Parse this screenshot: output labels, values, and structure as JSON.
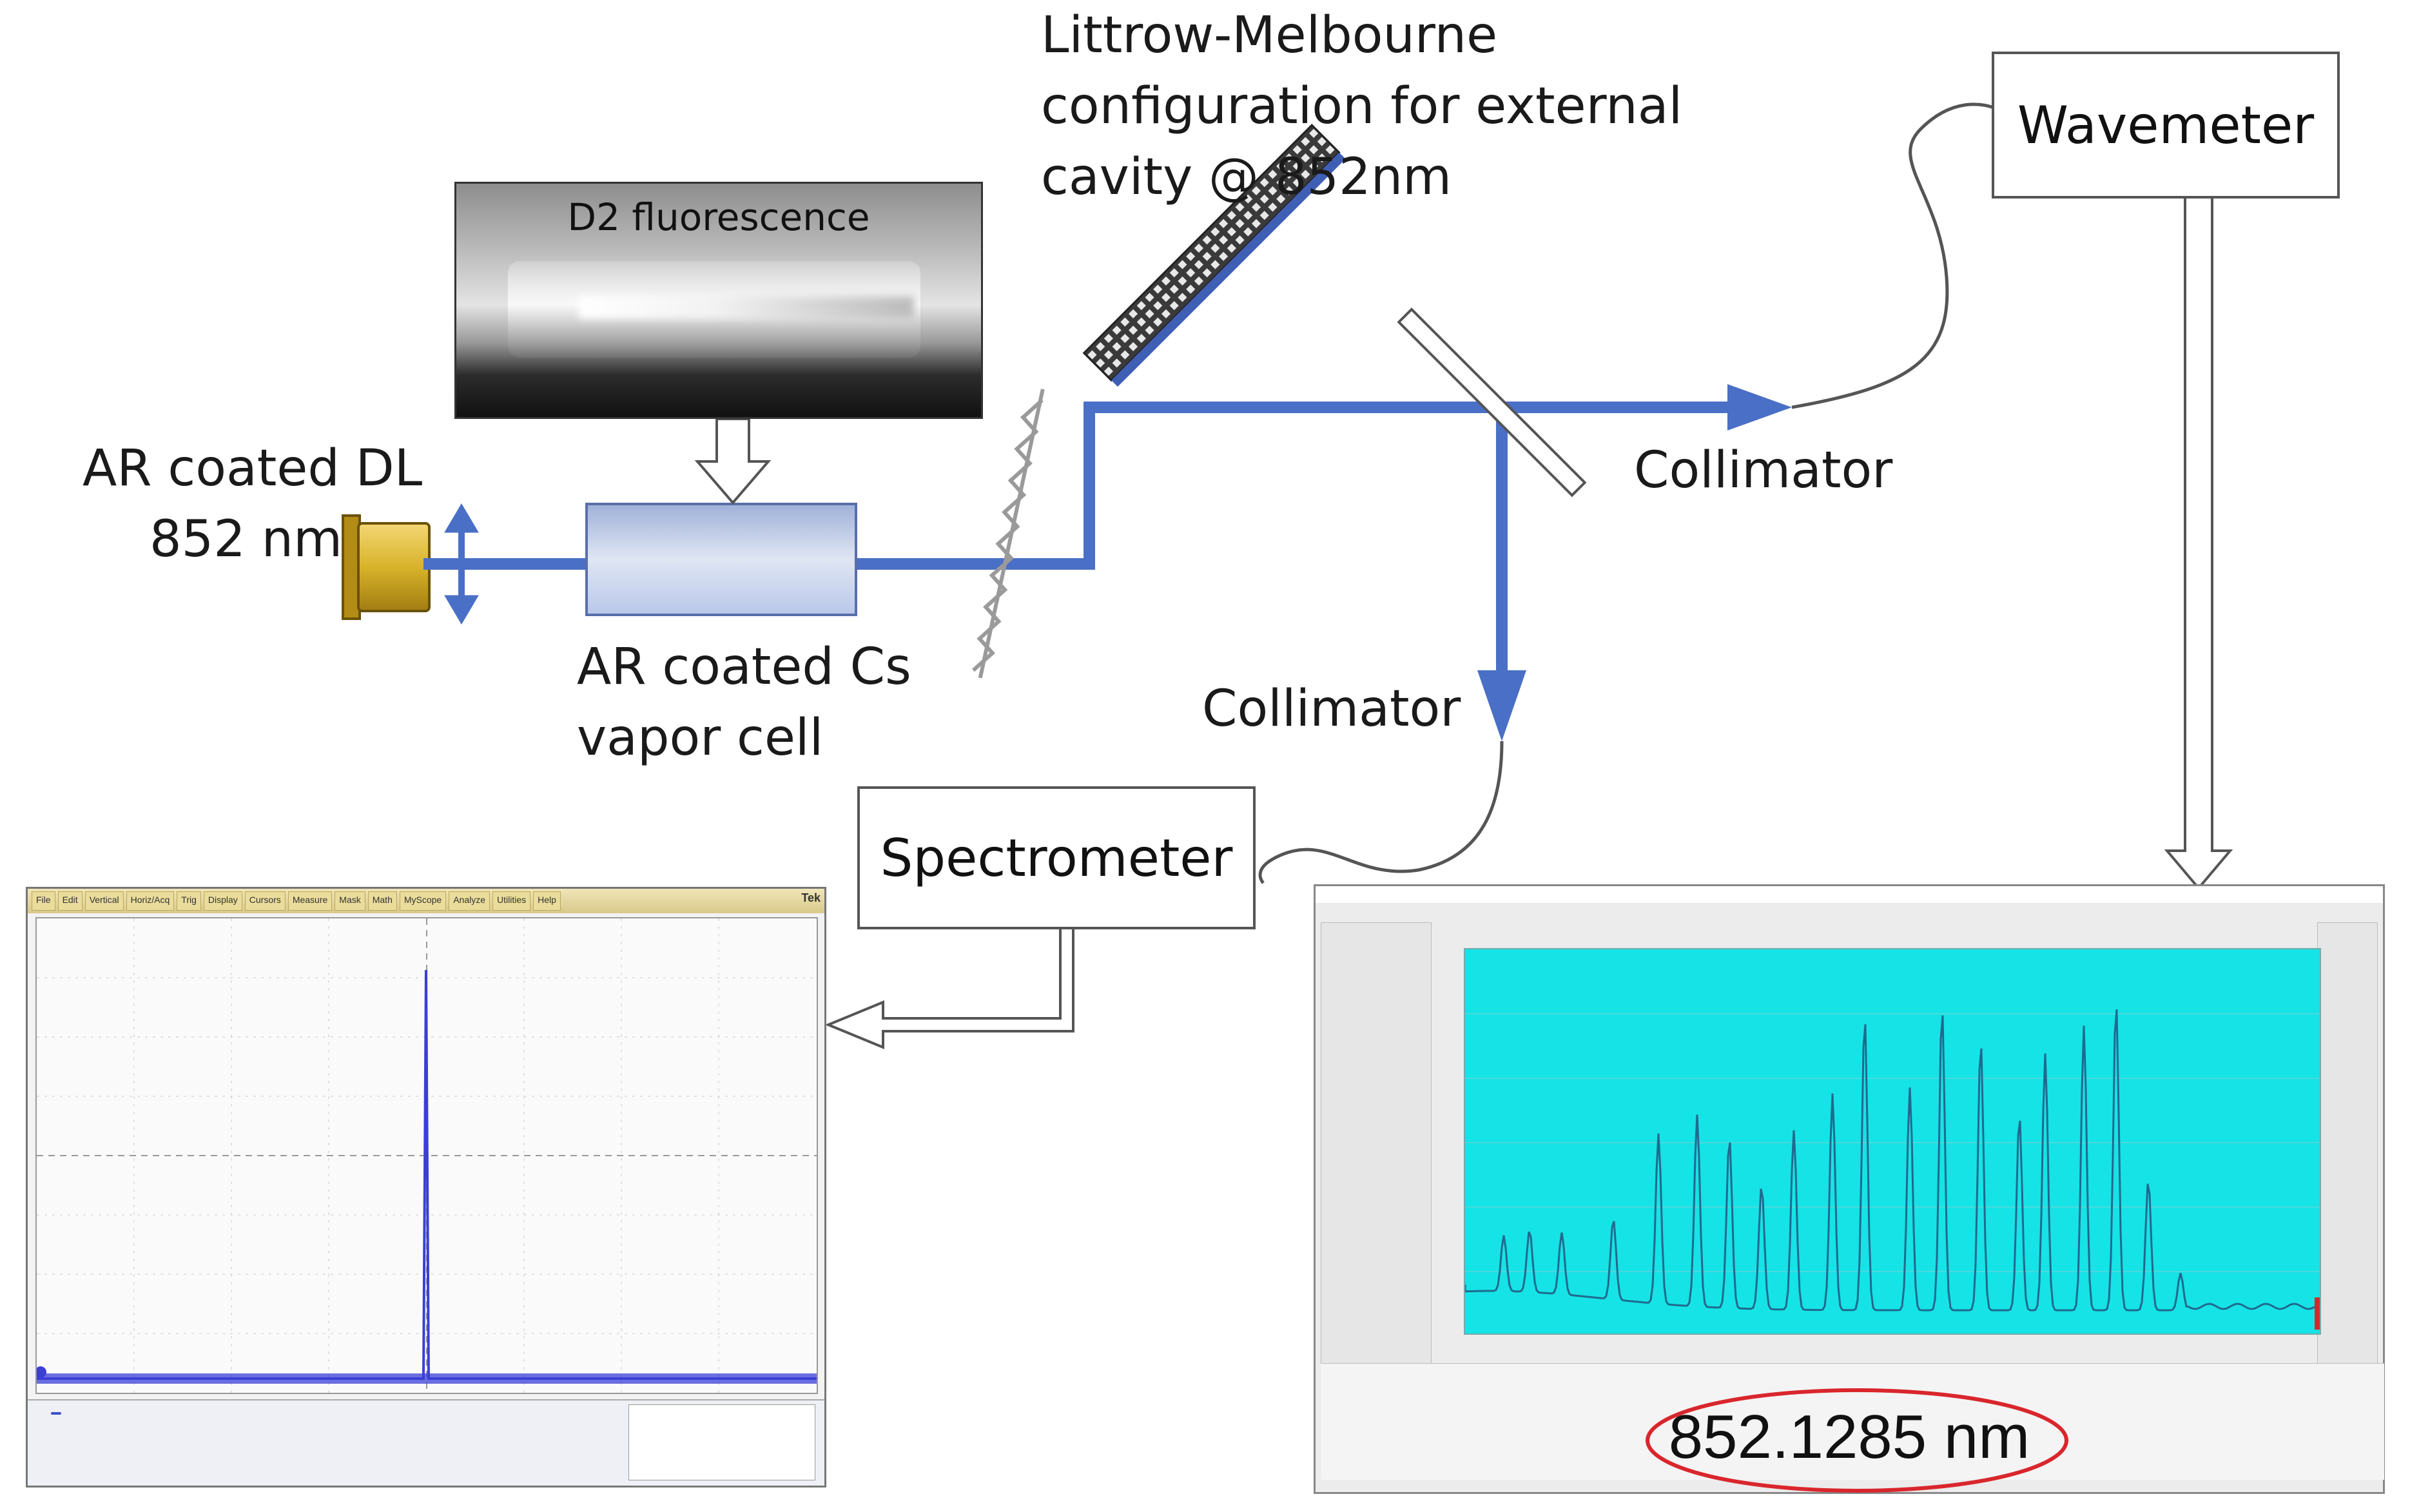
{
  "labels": {
    "laser_line1": "AR coated DL",
    "laser_line2": "852 nm",
    "cell_line1": "AR coated Cs",
    "cell_line2": "vapor cell",
    "config_line1": "Littrow-Melbourne",
    "config_line2": "configuration for external",
    "config_line3": "cavity @ 852nm",
    "photo_caption": "D2 fluorescence",
    "collimator_top": "Collimator",
    "collimator_bottom": "Collimator",
    "wavemeter": "Wavemeter",
    "spectrometer": "Spectrometer",
    "wavemeter_reading": "852.1285 nm"
  },
  "scope": {
    "menu": [
      "File",
      "Edit",
      "Vertical",
      "Horiz/Acq",
      "Trig",
      "Display",
      "Cursors",
      "Measure",
      "Mask",
      "Math",
      "MyScope",
      "Analyze",
      "Utilities",
      "Help"
    ],
    "brand": "Tek"
  },
  "colors": {
    "beam": "#4a6fc6",
    "scope_trace": "#3b3fd6",
    "wavemeter_plot_bg": "#16e3e6",
    "wavemeter_trace": "#1f6a8f",
    "reading_ellipse": "#d9262c",
    "laser_body": "#d8b32a"
  }
}
